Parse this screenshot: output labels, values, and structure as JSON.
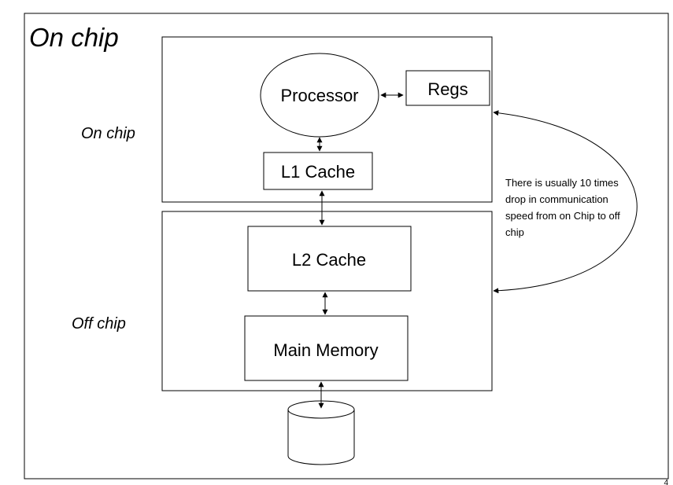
{
  "slide_title": "On chip",
  "region_labels": {
    "on_chip": "On chip",
    "off_chip": "Off chip"
  },
  "components": {
    "processor": "Processor",
    "regs": "Regs",
    "l1_cache": "L1 Cache",
    "l2_cache": "L2 Cache",
    "main_memory": "Main Memory",
    "disk": ""
  },
  "annotation": {
    "line1": "There is usually 10 times",
    "line2": "drop in communication",
    "line3": "speed from on Chip to off",
    "line4": "chip"
  },
  "page_number": "4"
}
